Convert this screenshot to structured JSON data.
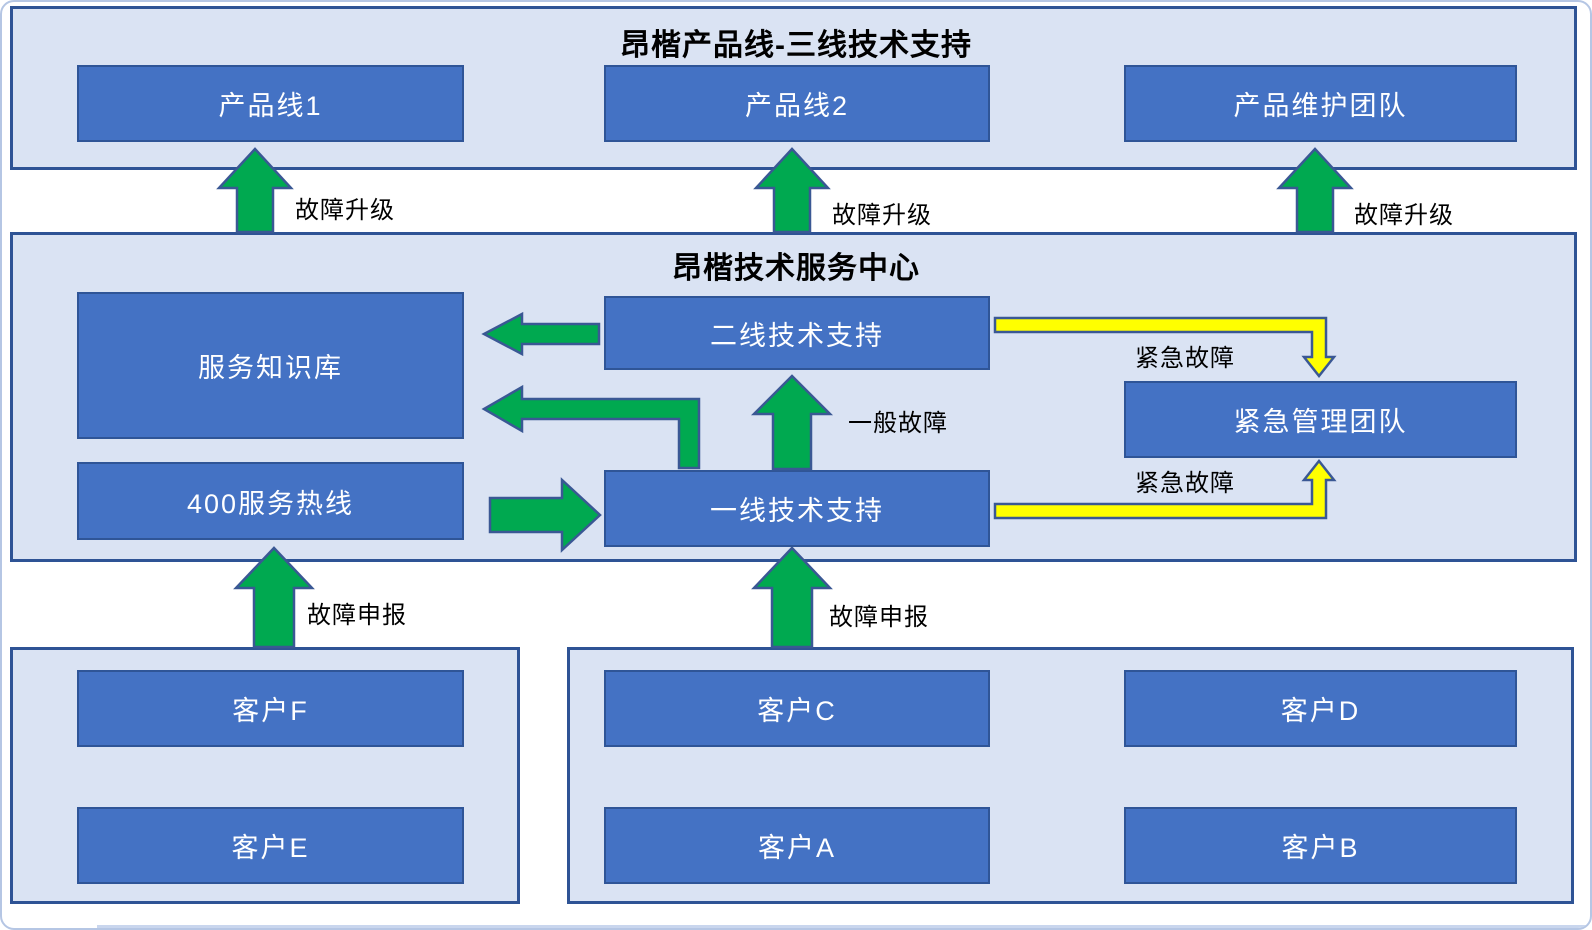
{
  "colors": {
    "box_fill": "#4472C4",
    "box_border": "#2F5597",
    "container_fill": "#DAE3F3",
    "container_border": "#2E5395",
    "green_arrow_fill": "#00A950",
    "yellow_arrow_fill": "#FFFF00",
    "arrow_outline": "#3A5894",
    "box_text": "#FFFFFF",
    "label_text": "#000000"
  },
  "top_section": {
    "title": "昂楷产品线-三线技术支持",
    "boxes": [
      {
        "label": "产品线1"
      },
      {
        "label": "产品线2"
      },
      {
        "label": "产品维护团队"
      }
    ]
  },
  "middle_section": {
    "title": "昂楷技术服务中心",
    "boxes": [
      {
        "label": "服务知识库"
      },
      {
        "label": "400服务热线"
      },
      {
        "label": "二线技术支持"
      },
      {
        "label": "一线技术支持"
      },
      {
        "label": "紧急管理团队"
      }
    ]
  },
  "bottom_left_section": {
    "boxes": [
      {
        "label": "客户F"
      },
      {
        "label": "客户E"
      }
    ]
  },
  "bottom_right_section": {
    "boxes": [
      {
        "label": "客户C"
      },
      {
        "label": "客户D"
      },
      {
        "label": "客户A"
      },
      {
        "label": "客户B"
      }
    ]
  },
  "arrow_labels": {
    "fault_escalation_1": "故障升级",
    "fault_escalation_2": "故障升级",
    "fault_escalation_3": "故障升级",
    "general_fault": "一般故障",
    "emergency_fault_top": "紧急故障",
    "emergency_fault_bottom": "紧急故障",
    "fault_report_left": "故障申报",
    "fault_report_right": "故障申报"
  }
}
